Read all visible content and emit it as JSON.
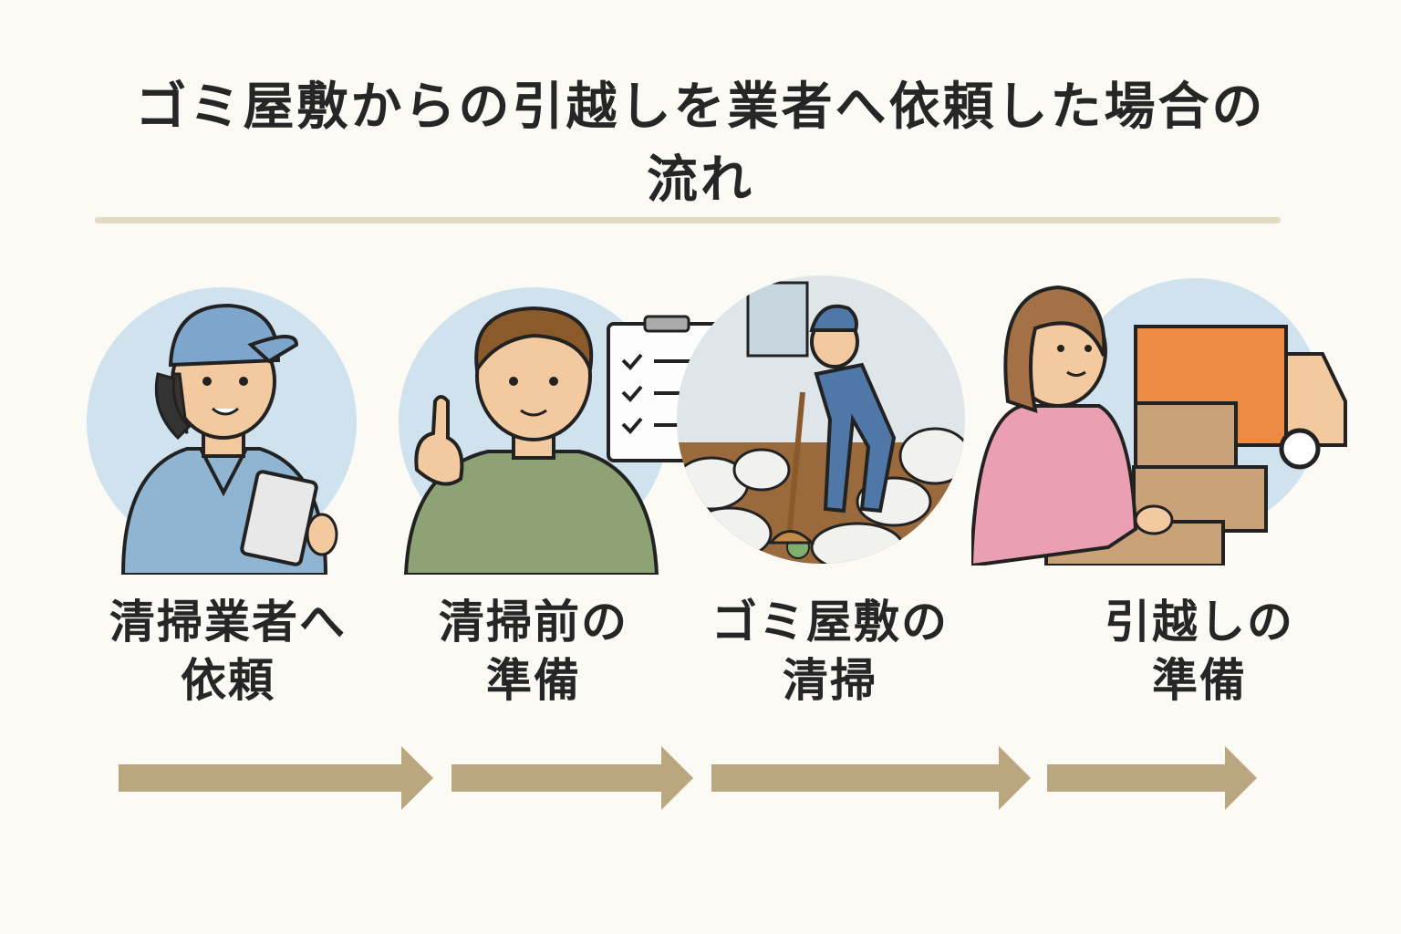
{
  "title_line1": "ゴミ屋敷からの引越しを業者へ依頼した場合の",
  "title_line2": "流れ",
  "colors": {
    "background": "#fbfaf5",
    "circle": "#cfe2ee",
    "arrow": "#bba77f",
    "divider": "#e3dcc3"
  },
  "steps": [
    {
      "label": "清掃業者へ\n依頼",
      "icon": "worker-phone-icon"
    },
    {
      "label": "清掃前の\n準備",
      "icon": "man-checklist-icon"
    },
    {
      "label": "ゴミ屋敷の\n清掃",
      "icon": "worker-sweeping-icon"
    },
    {
      "label": "引越しの\n準備",
      "icon": "woman-packing-truck-icon"
    }
  ]
}
